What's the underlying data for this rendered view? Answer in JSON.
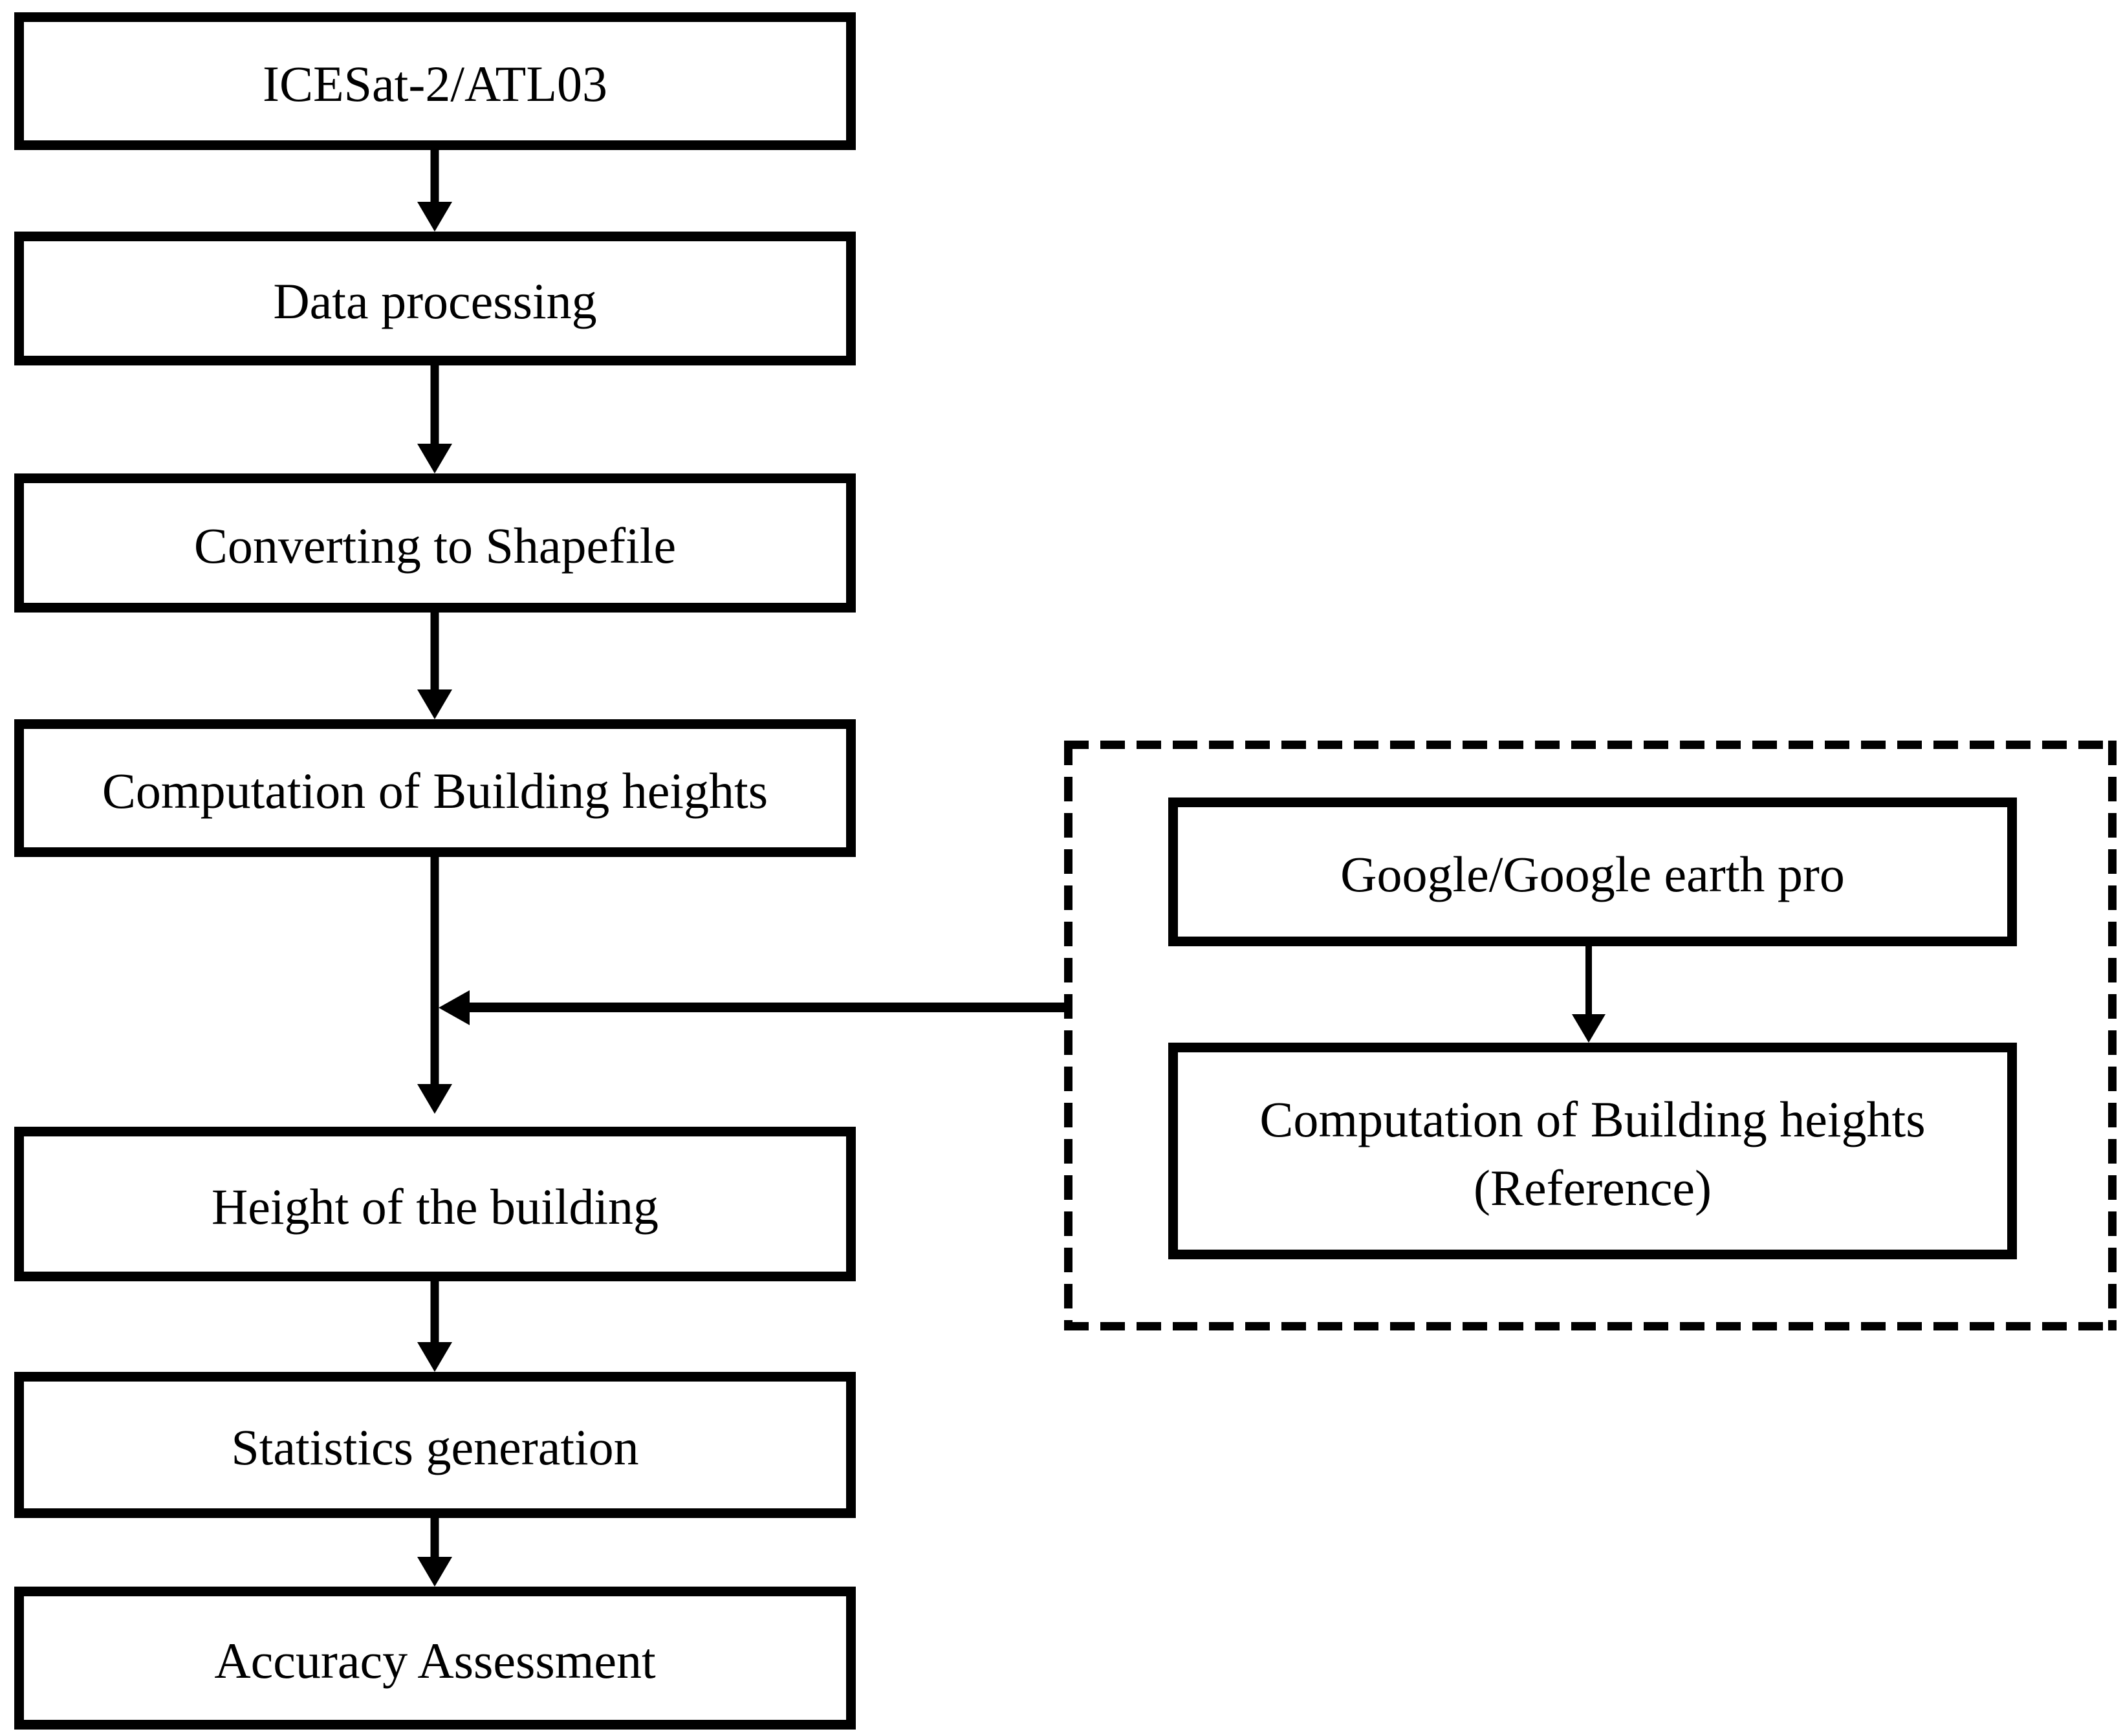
{
  "figure": {
    "background_color": "#ffffff",
    "line_color": "#000000",
    "main_flow": [
      {
        "label": "ICESat-2/ATL03"
      },
      {
        "label": "Data processing"
      },
      {
        "label": "Converting to Shapefile"
      },
      {
        "label": "Computation of Building heights"
      },
      {
        "label": "Height of the building"
      },
      {
        "label": "Statistics generation"
      },
      {
        "label": "Accuracy Assessment"
      }
    ],
    "reference_branch": {
      "source_label": "Google/Google earth pro",
      "result_label_line1": "Computation of Building heights",
      "result_label_line2": "(Reference)"
    }
  }
}
